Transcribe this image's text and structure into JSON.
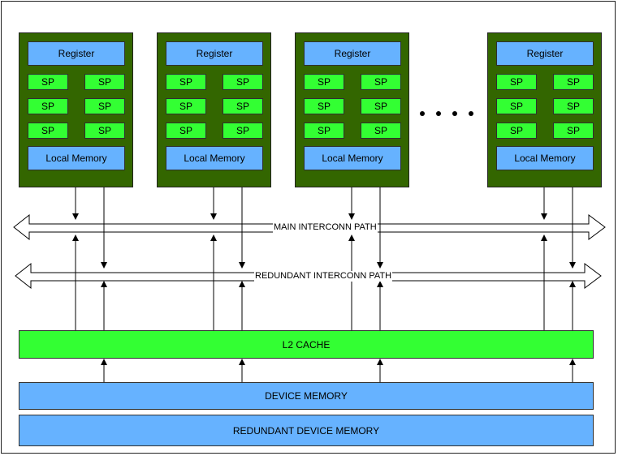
{
  "sm_blocks": [
    {
      "register_label": "Register",
      "sp_label": "SP",
      "local_memory_label": "Local Memory"
    },
    {
      "register_label": "Register",
      "sp_label": "SP",
      "local_memory_label": "Local Memory"
    },
    {
      "register_label": "Register",
      "sp_label": "SP",
      "local_memory_label": "Local Memory"
    },
    {
      "register_label": "Register",
      "sp_label": "SP",
      "local_memory_label": "Local Memory"
    }
  ],
  "interconnect": {
    "main_label": "MAIN INTERCONN PATH",
    "redundant_label": "REDUNDANT INTERCONN PATH"
  },
  "l2_cache": {
    "label": "L2 CACHE"
  },
  "device_memory": {
    "label": "DEVICE MEMORY"
  },
  "redundant_device_memory": {
    "label": "REDUNDANT DEVICE MEMORY"
  },
  "colors": {
    "sm_fill": "#336600",
    "register_fill": "#66b2ff",
    "sp_fill": "#33ff33",
    "l2_fill": "#33ff33",
    "memory_fill": "#66b2ff"
  }
}
